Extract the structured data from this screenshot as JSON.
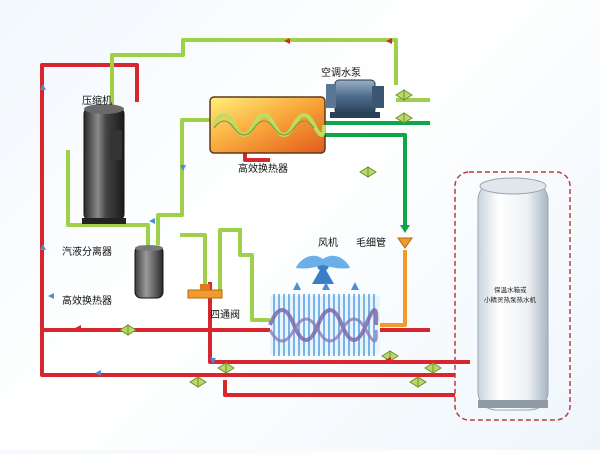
{
  "labels": {
    "compressor": "压缩机",
    "ac_pump": "空调水泵",
    "hx_top": "高效换热器",
    "separator": "汽液分离器",
    "hx_bottom": "高效换热器",
    "fan": "风机",
    "capillary": "毛细管",
    "four_way_valve": "四通阀",
    "tank_line1": "保温水箱或",
    "tank_line2": "小精灵热泵热水机"
  },
  "colors": {
    "hot_pipe": "#d8262e",
    "low_pipe": "#9fd04a",
    "green_pipe": "#0fa64a",
    "orange_pipe": "#f39a2c",
    "flow_arrow": "#4a8fd8",
    "tank_border": "#c43a3a"
  }
}
